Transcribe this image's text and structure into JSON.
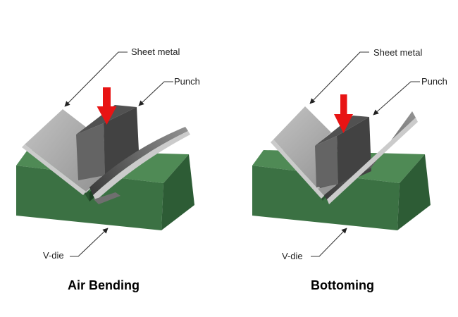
{
  "figure": {
    "background": "#ffffff",
    "panels": [
      {
        "id": "air-bending",
        "title": "Air Bending",
        "labels": {
          "sheet_metal": "Sheet metal",
          "punch": "Punch",
          "v_die": "V-die"
        }
      },
      {
        "id": "bottoming",
        "title": "Bottoming",
        "labels": {
          "sheet_metal": "Sheet metal",
          "punch": "Punch",
          "v_die": "V-die"
        }
      }
    ],
    "colors": {
      "background": "#ffffff",
      "die_top": "#4f8a55",
      "die_front": "#3b7143",
      "die_side": "#2d5c35",
      "die_groove_shadow": "#2a5531",
      "die_groove_dark": "#1d4224",
      "die_groove_line": "#2f6137",
      "sheet_light": "#bdbdbd",
      "sheet_mid": "#969696",
      "sheet_tip": "#a9a9a9",
      "sheet_edge": "#cbcbcb",
      "sheet_under": "#6f6f6f",
      "sheet_dark": "#3c3c3c",
      "sheet_dark_tip": "#919191",
      "sheet_inner": "#565656",
      "punch_top": "#515151",
      "punch_left": "#646464",
      "punch_right": "#424242",
      "arrow_red": "#e81414",
      "leader_line": "#3a3a3a",
      "arrowhead": "#222222",
      "label_text": "#1f1f1f",
      "title_text": "#000000"
    }
  }
}
